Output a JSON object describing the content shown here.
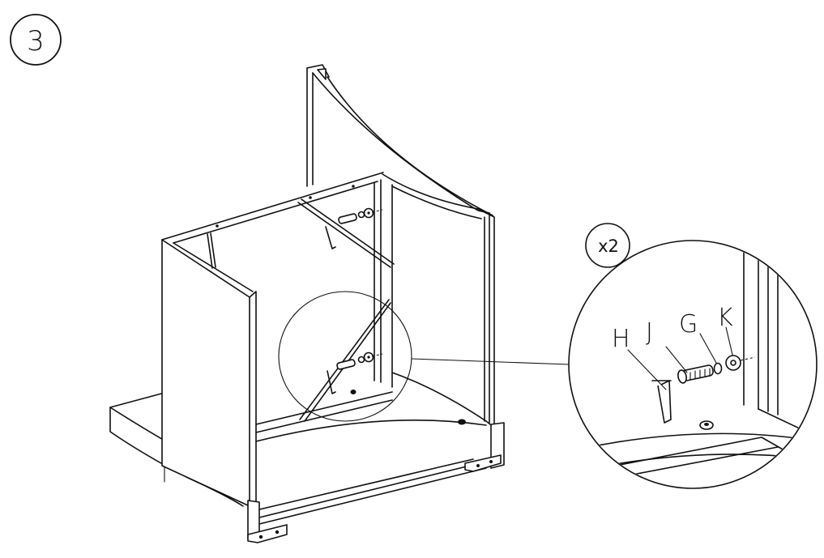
{
  "step": {
    "number": "3"
  },
  "detail": {
    "quantity": "x2",
    "parts": [
      {
        "id": "H",
        "name": "hex-key"
      },
      {
        "id": "J",
        "name": "bolt"
      },
      {
        "id": "G",
        "name": "spring-washer"
      },
      {
        "id": "K",
        "name": "flat-washer"
      }
    ]
  }
}
